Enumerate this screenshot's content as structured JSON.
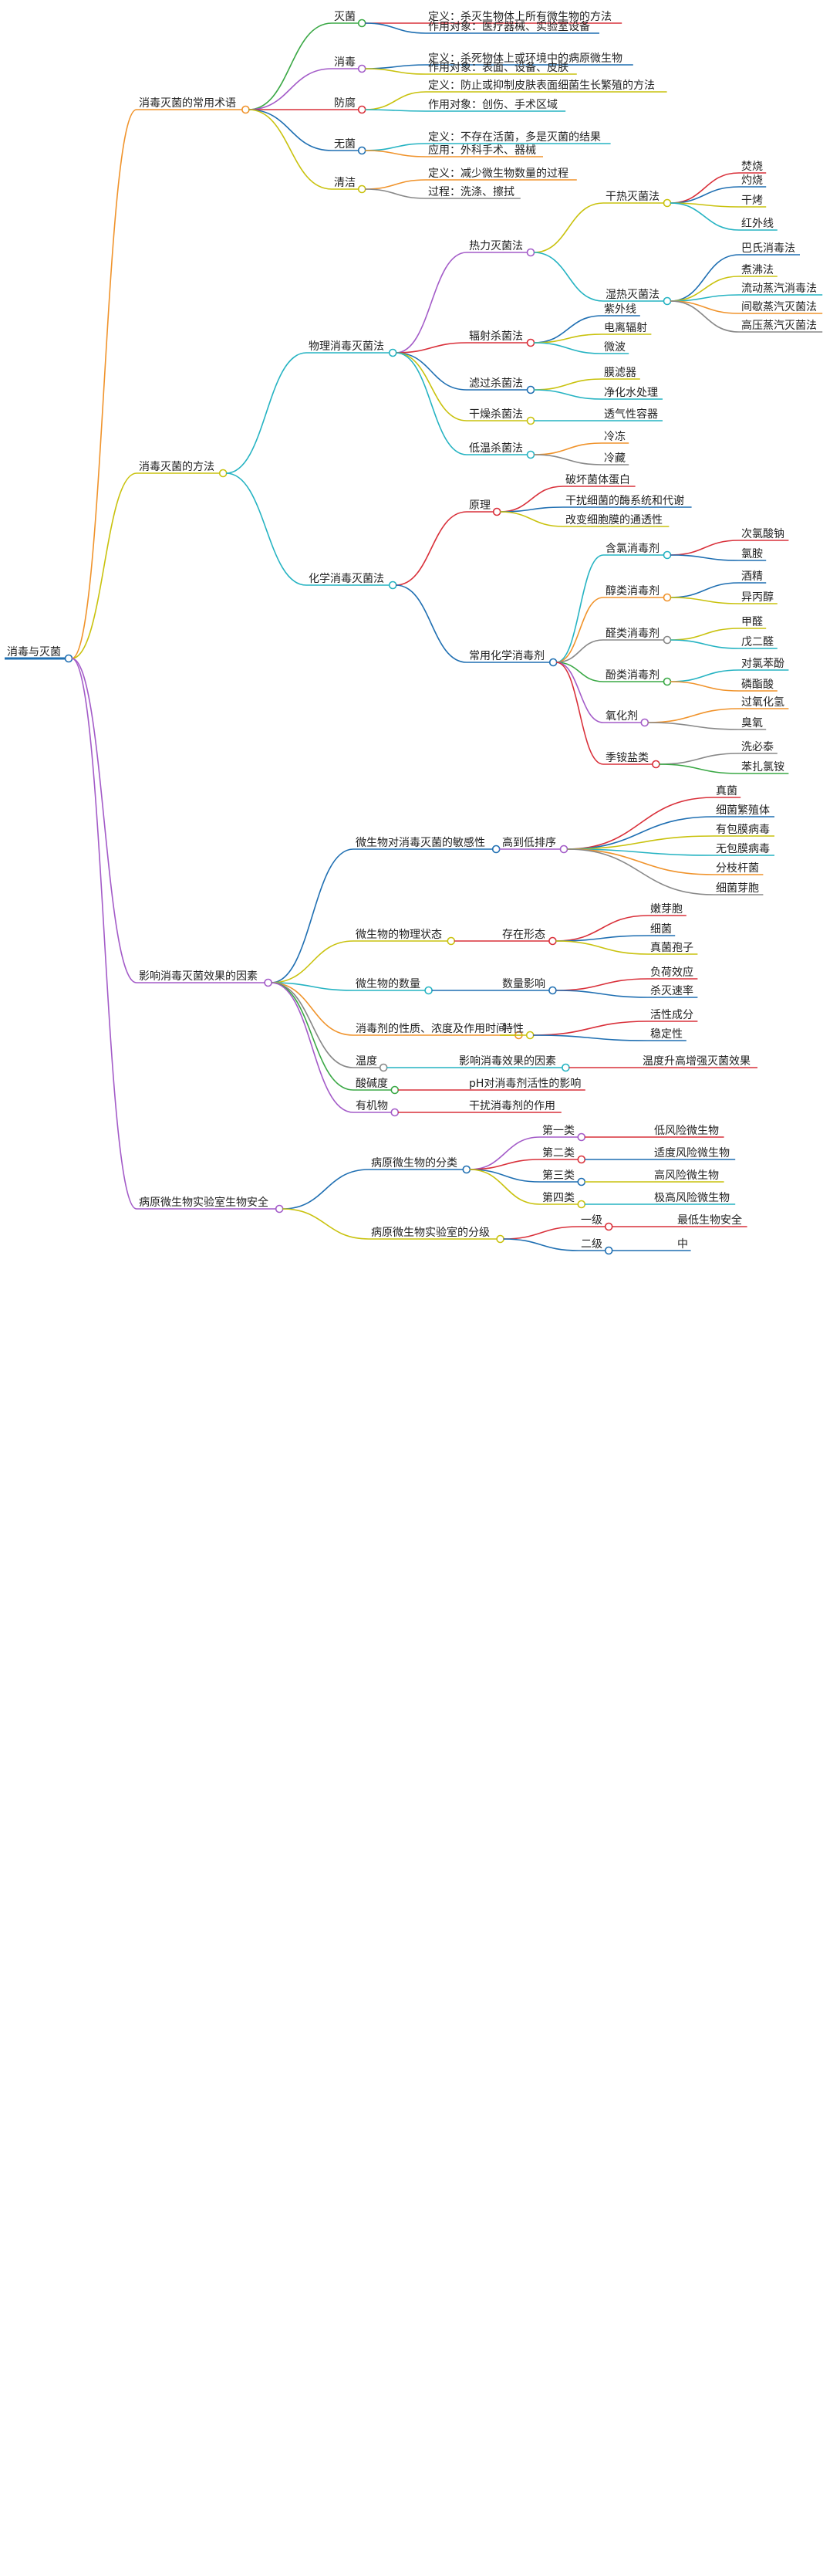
{
  "root": "消毒与灭菌",
  "colors": {
    "orange": "#f0932b",
    "green": "#3aa845",
    "purple": "#a35bc8",
    "red": "#d9303a",
    "blue": "#1f6fb2",
    "yellow": "#c9c20e",
    "cyan": "#25b3c2",
    "gray": "#888888",
    "rootLine": "#1f6fb2"
  },
  "tree": [
    {
      "label": "消毒灭菌的常用术语",
      "children": [
        {
          "label": "灭菌",
          "children": [
            {
              "label": "定义：杀灭生物体上所有微生物的方法"
            },
            {
              "label": "作用对象：医疗器械、实验室设备"
            }
          ]
        },
        {
          "label": "消毒",
          "children": [
            {
              "label": "定义：杀死物体上或环境中的病原微生物"
            },
            {
              "label": "作用对象：表面、设备、皮肤"
            }
          ]
        },
        {
          "label": "防腐",
          "children": [
            {
              "label": "定义：防止或抑制皮肤表面细菌生长繁殖的方法"
            },
            {
              "label": "作用对象：创伤、手术区域"
            }
          ]
        },
        {
          "label": "无菌",
          "children": [
            {
              "label": "定义：不存在活菌，多是灭菌的结果"
            },
            {
              "label": "应用：外科手术、器械"
            }
          ]
        },
        {
          "label": "清洁",
          "children": [
            {
              "label": "定义：减少微生物数量的过程"
            },
            {
              "label": "过程：洗涤、擦拭"
            }
          ]
        }
      ]
    },
    {
      "label": "消毒灭菌的方法",
      "children": [
        {
          "label": "物理消毒灭菌法",
          "children": [
            {
              "label": "热力灭菌法",
              "children": [
                {
                  "label": "干热灭菌法",
                  "children": [
                    {
                      "label": "焚烧"
                    },
                    {
                      "label": "灼烧"
                    },
                    {
                      "label": "干烤"
                    },
                    {
                      "label": "红外线"
                    }
                  ]
                },
                {
                  "label": "湿热灭菌法",
                  "children": [
                    {
                      "label": "巴氏消毒法"
                    },
                    {
                      "label": "煮沸法"
                    },
                    {
                      "label": "流动蒸汽消毒法"
                    },
                    {
                      "label": "间歇蒸汽灭菌法"
                    },
                    {
                      "label": "高压蒸汽灭菌法"
                    }
                  ]
                }
              ]
            },
            {
              "label": "辐射杀菌法",
              "children": [
                {
                  "label": "紫外线"
                },
                {
                  "label": "电离辐射"
                },
                {
                  "label": "微波"
                }
              ]
            },
            {
              "label": "滤过杀菌法",
              "children": [
                {
                  "label": "膜滤器"
                },
                {
                  "label": "净化水处理"
                }
              ]
            },
            {
              "label": "干燥杀菌法",
              "children": [
                {
                  "label": "透气性容器"
                }
              ]
            },
            {
              "label": "低温杀菌法",
              "children": [
                {
                  "label": "冷冻"
                },
                {
                  "label": "冷藏"
                }
              ]
            }
          ]
        },
        {
          "label": "化学消毒灭菌法",
          "children": [
            {
              "label": "原理",
              "children": [
                {
                  "label": "破坏菌体蛋白"
                },
                {
                  "label": "干扰细菌的酶系统和代谢"
                },
                {
                  "label": "改变细胞膜的通透性"
                }
              ]
            },
            {
              "label": "常用化学消毒剂",
              "children": [
                {
                  "label": "含氯消毒剂",
                  "children": [
                    {
                      "label": "次氯酸钠"
                    },
                    {
                      "label": "氯胺"
                    }
                  ]
                },
                {
                  "label": "醇类消毒剂",
                  "children": [
                    {
                      "label": "酒精"
                    },
                    {
                      "label": "异丙醇"
                    }
                  ]
                },
                {
                  "label": "醛类消毒剂",
                  "children": [
                    {
                      "label": "甲醛"
                    },
                    {
                      "label": "戊二醛"
                    }
                  ]
                },
                {
                  "label": "酚类消毒剂",
                  "children": [
                    {
                      "label": "对氯苯酚"
                    },
                    {
                      "label": "磷酯酸"
                    }
                  ]
                },
                {
                  "label": "氧化剂",
                  "children": [
                    {
                      "label": "过氧化氢"
                    },
                    {
                      "label": "臭氧"
                    }
                  ]
                },
                {
                  "label": "季铵盐类",
                  "children": [
                    {
                      "label": "洗必泰"
                    },
                    {
                      "label": "苯扎氯铵"
                    }
                  ]
                }
              ]
            }
          ]
        }
      ]
    },
    {
      "label": "影响消毒灭菌效果的因素",
      "children": [
        {
          "label": "微生物对消毒灭菌的敏感性",
          "children": [
            {
              "label": "高到低排序",
              "children": [
                {
                  "label": "真菌"
                },
                {
                  "label": "细菌繁殖体"
                },
                {
                  "label": "有包膜病毒"
                },
                {
                  "label": "无包膜病毒"
                },
                {
                  "label": "分枝杆菌"
                },
                {
                  "label": "细菌芽胞"
                }
              ]
            }
          ]
        },
        {
          "label": "微生物的物理状态",
          "children": [
            {
              "label": "存在形态",
              "children": [
                {
                  "label": "嫩芽胞"
                },
                {
                  "label": "细菌"
                },
                {
                  "label": "真菌孢子"
                }
              ]
            }
          ]
        },
        {
          "label": "微生物的数量",
          "children": [
            {
              "label": "数量影响",
              "children": [
                {
                  "label": "负荷效应"
                },
                {
                  "label": "杀灭速率"
                }
              ]
            }
          ]
        },
        {
          "label": "消毒剂的性质、浓度及作用时间",
          "children": [
            {
              "label": "特性",
              "children": [
                {
                  "label": "活性成分"
                },
                {
                  "label": "稳定性"
                }
              ]
            }
          ]
        },
        {
          "label": "温度",
          "children": [
            {
              "label": "影响消毒效果的因素",
              "children": [
                {
                  "label": "温度升高增强灭菌效果"
                }
              ]
            }
          ]
        },
        {
          "label": "酸碱度",
          "children": [
            {
              "label": "pH对消毒剂活性的影响"
            }
          ]
        },
        {
          "label": "有机物",
          "children": [
            {
              "label": "干扰消毒剂的作用"
            }
          ]
        }
      ]
    },
    {
      "label": "病原微生物实验室生物安全",
      "children": [
        {
          "label": "病原微生物的分类",
          "children": [
            {
              "label": "第一类",
              "children": [
                {
                  "label": "低风险微生物"
                }
              ]
            },
            {
              "label": "第二类",
              "children": [
                {
                  "label": "适度风险微生物"
                }
              ]
            },
            {
              "label": "第三类",
              "children": [
                {
                  "label": "高风险微生物"
                }
              ]
            },
            {
              "label": "第四类",
              "children": [
                {
                  "label": "极高风险微生物"
                }
              ]
            }
          ]
        },
        {
          "label": "病原微生物实验室的分级",
          "children": [
            {
              "label": "一级",
              "children": [
                {
                  "label": "最低生物安全"
                }
              ]
            },
            {
              "label": "二级",
              "children": [
                {
                  "label": "中"
                }
              ]
            }
          ]
        }
      ]
    }
  ]
}
